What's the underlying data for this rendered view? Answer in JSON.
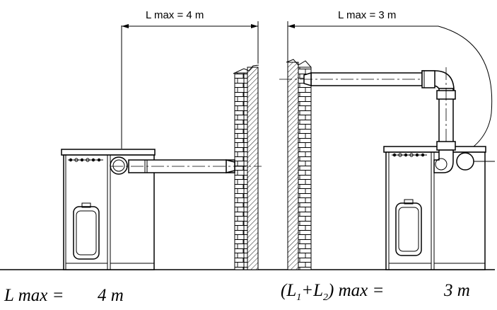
{
  "left_dimension": {
    "label": "L max = 4 m"
  },
  "right_dimension": {
    "label": "L max = 3 m"
  },
  "left_formula": {
    "label": "L max =",
    "value": "4 m"
  },
  "right_formula": {
    "open": "(L",
    "sub1": "1",
    "plus": "+L",
    "sub2": "2",
    "close": ") max =",
    "value": "3 m"
  }
}
